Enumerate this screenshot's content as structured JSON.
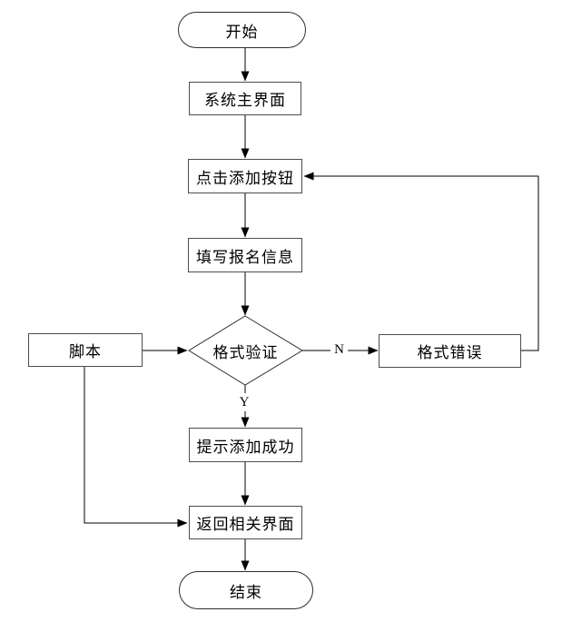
{
  "diagram": {
    "nodes": {
      "start": {
        "label": "开始",
        "shape": "terminator"
      },
      "main_ui": {
        "label": "系统主界面",
        "shape": "process"
      },
      "click_add": {
        "label": "点击添加按钮",
        "shape": "process"
      },
      "fill_info": {
        "label": "填写报名信息",
        "shape": "process"
      },
      "validate": {
        "label": "格式验证",
        "shape": "decision"
      },
      "script": {
        "label": "脚本",
        "shape": "process"
      },
      "format_error": {
        "label": "格式错误",
        "shape": "process"
      },
      "success": {
        "label": "提示添加成功",
        "shape": "process"
      },
      "return_ui": {
        "label": "返回相关界面",
        "shape": "process"
      },
      "end": {
        "label": "结束",
        "shape": "terminator"
      }
    },
    "edge_labels": {
      "no": "N",
      "yes": "Y"
    },
    "colors": {
      "background": "#ffffff",
      "line": "#000000",
      "border": "#4d4d4d",
      "text": "#000000"
    }
  }
}
